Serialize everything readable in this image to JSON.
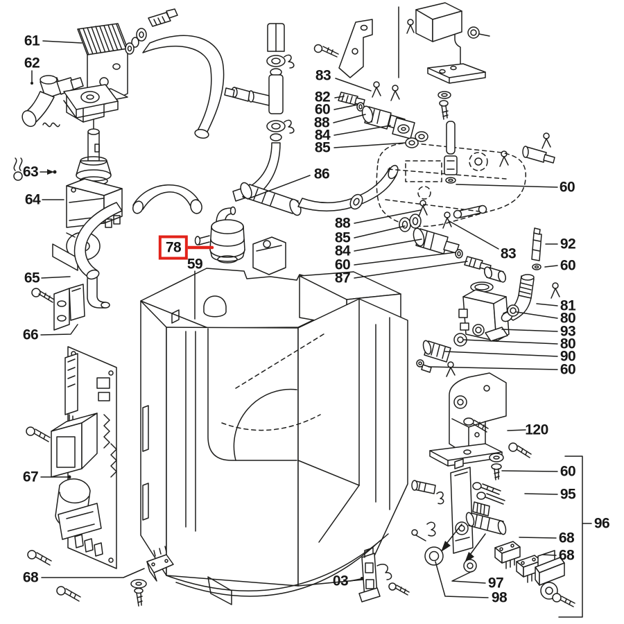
{
  "figure": {
    "background": "#ffffff",
    "line_color": "#1d1d1b",
    "highlight": {
      "part": "78",
      "color": "#e2231a"
    },
    "labels": [
      {
        "text": "61"
      },
      {
        "text": "62"
      },
      {
        "text": "63"
      },
      {
        "text": "64"
      },
      {
        "text": "65"
      },
      {
        "text": "66"
      },
      {
        "text": "67"
      },
      {
        "text": "68"
      },
      {
        "text": "78",
        "highlighted": true
      },
      {
        "text": "59"
      },
      {
        "text": "86"
      },
      {
        "text": "83"
      },
      {
        "text": "82"
      },
      {
        "text": "60"
      },
      {
        "text": "88"
      },
      {
        "text": "84"
      },
      {
        "text": "85"
      },
      {
        "text": "60"
      },
      {
        "text": "88"
      },
      {
        "text": "85"
      },
      {
        "text": "84"
      },
      {
        "text": "60"
      },
      {
        "text": "87"
      },
      {
        "text": "83"
      },
      {
        "text": "92"
      },
      {
        "text": "60"
      },
      {
        "text": "81"
      },
      {
        "text": "80"
      },
      {
        "text": "93"
      },
      {
        "text": "80"
      },
      {
        "text": "90"
      },
      {
        "text": "60"
      },
      {
        "text": "120"
      },
      {
        "text": "60"
      },
      {
        "text": "95"
      },
      {
        "text": "96"
      },
      {
        "text": "68"
      },
      {
        "text": "68"
      },
      {
        "text": "97"
      },
      {
        "text": "98"
      },
      {
        "text": "03"
      }
    ]
  }
}
